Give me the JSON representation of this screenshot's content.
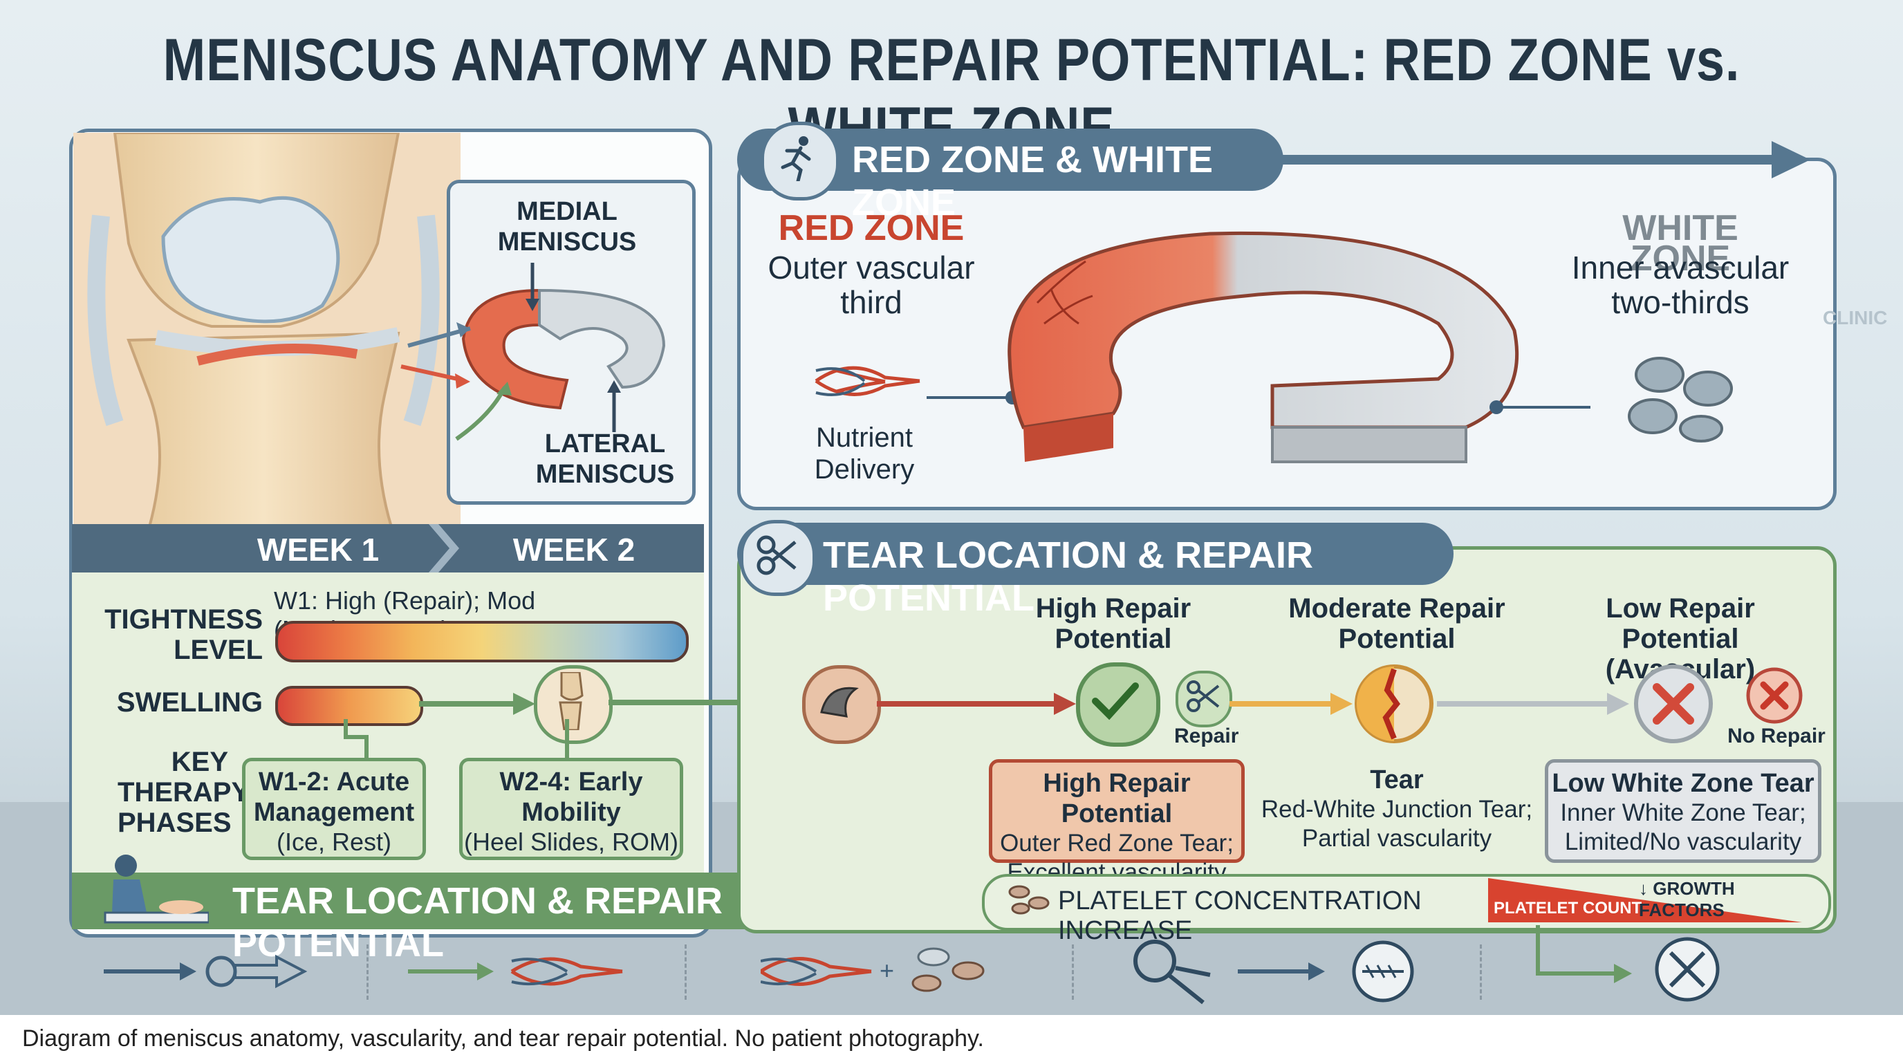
{
  "title": "MENISCUS ANATOMY AND REPAIR POTENTIAL: RED ZONE vs. WHITE ZONE",
  "anatomy": {
    "medial": "MEDIAL MENISCUS",
    "lateral": "LATERAL MENISCUS"
  },
  "weeks": {
    "w1": "WEEK 1",
    "w2": "WEEK 2"
  },
  "left_rows": {
    "tightness_label": "TIGHTNESS LEVEL",
    "tightness_note": "W1: High (Repair); Mod (Meniscectomy)",
    "swelling_label": "SWELLING",
    "therapy_label": "KEY THERAPY PHASES",
    "phase1_title": "W1-2: Acute Management",
    "phase1_sub": "(Ice, Rest)",
    "phase2_title": "W2-4: Early Mobility",
    "phase2_sub": "(Heel Slides, ROM)"
  },
  "left_banner": "TEAR LOCATION & REPAIR POTENTIAL",
  "zones": {
    "header": "RED ZONE & WHITE ZONE",
    "red_title": "RED ZONE",
    "red_desc": "Outer vascular third",
    "nutrient": "Nutrient Delivery",
    "white_title": "WHITE ZONE",
    "white_desc": "Inner avascular two-thirds",
    "clinic": "CLINIC"
  },
  "repair": {
    "header": "TEAR LOCATION & REPAIR POTENTIAL",
    "high_title": "High Repair Potential",
    "moderate_title": "Moderate Repair Potential",
    "low_title": "Low Repair Potential (Avascular)",
    "repair_tag": "Repair",
    "no_repair_tag": "No Repair",
    "box_high_title": "High Repair Potential",
    "box_high_desc": "Outer Red Zone Tear; Excellent vascularity",
    "box_mod_title": "Tear",
    "box_mod_desc": "Red-White Junction Tear; Partial vascularity",
    "box_low_title": "Low White Zone Tear",
    "box_low_desc": "Inner White Zone Tear; Limited/No vascularity",
    "platelet": "PLATELET CONCENTRATION INCREASE",
    "platelet_count": "PLATELET COUNT",
    "growth": "↓ GROWTH FACTORS"
  },
  "caption": "Diagram of meniscus anatomy, vascularity, and tear repair potential. No patient photography.",
  "colors": {
    "red": "#d9573f",
    "green": "#6a9a66",
    "navy": "#4f6e88",
    "white_zone": "#bfc6cb"
  }
}
